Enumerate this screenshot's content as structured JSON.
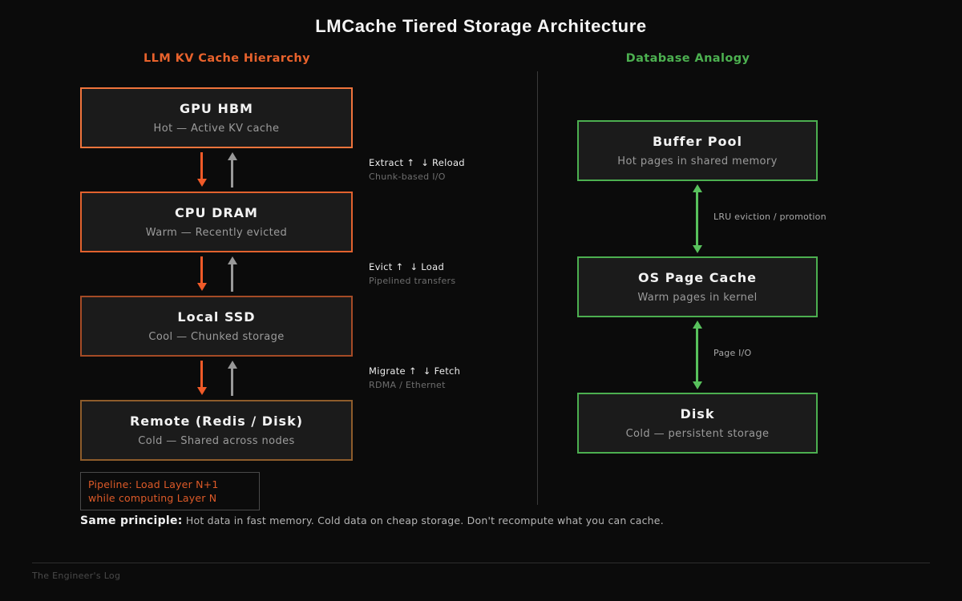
{
  "title": "LMCache Tiered Storage Architecture",
  "colors": {
    "background": "#0b0b0b",
    "box_fill": "#1b1b1b",
    "divider": "#3a3a3a",
    "title_text": "#f5f5f5",
    "left_header": "#e8622c",
    "right_header": "#4cb050",
    "tier_title": "#f2f2f2",
    "tier_subtitle": "#9b9b9b",
    "flow_label": "#ededed",
    "flow_sublabel": "#6e6e6e",
    "green_border": "#4caf50",
    "arrow_orange": "#f05a28",
    "arrow_gray": "#999999",
    "arrow_green": "#58c15c",
    "right_arrow_label": "#a8a8a8",
    "pipeline_text": "#dd5a28",
    "pipeline_border": "#4a4a4a",
    "principle_label": "#f0f0f0",
    "principle_text": "#b5b5b5",
    "footer_line": "#2e2e2e",
    "footer_text": "#4a4a4a"
  },
  "left_column": {
    "header": "LLM KV Cache Hierarchy",
    "tiers": [
      {
        "title": "GPU HBM",
        "subtitle": "Hot — Active KV cache",
        "border_color": "#f0743c"
      },
      {
        "title": "CPU DRAM",
        "subtitle": "Warm — Recently evicted",
        "border_color": "#e2622e"
      },
      {
        "title": "Local SSD",
        "subtitle": "Cool — Chunked storage",
        "border_color": "#a54b26"
      },
      {
        "title": "Remote (Redis / Disk)",
        "subtitle": "Cold — Shared across nodes",
        "border_color": "#8e5c2b"
      }
    ],
    "transitions": [
      {
        "label": "Extract ↑  ↓ Reload",
        "sublabel": "Chunk-based I/O"
      },
      {
        "label": "Evict ↑  ↓ Load",
        "sublabel": "Pipelined transfers"
      },
      {
        "label": "Migrate ↑  ↓ Fetch",
        "sublabel": "RDMA / Ethernet"
      }
    ],
    "pipeline_note": "Pipeline: Load Layer N+1\nwhile computing Layer N"
  },
  "right_column": {
    "header": "Database Analogy",
    "tiers": [
      {
        "title": "Buffer Pool",
        "subtitle": "Hot pages in shared memory"
      },
      {
        "title": "OS Page Cache",
        "subtitle": "Warm pages in kernel"
      },
      {
        "title": "Disk",
        "subtitle": "Cold — persistent storage"
      }
    ],
    "transitions": [
      {
        "label": "LRU eviction / promotion"
      },
      {
        "label": "Page I/O"
      }
    ]
  },
  "footer": {
    "principle_label": "Same principle:",
    "principle_text": " Hot data in fast memory. Cold data on cheap storage. Don't recompute what you can cache.",
    "brand": "The Engineer's Log"
  }
}
